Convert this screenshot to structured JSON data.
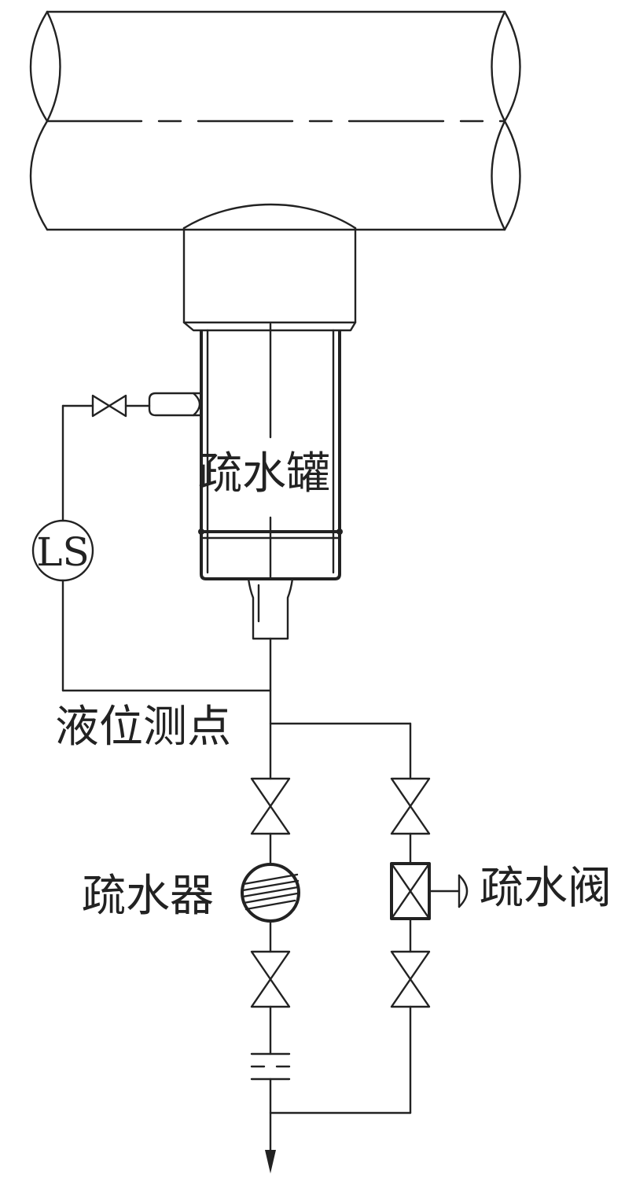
{
  "labels": {
    "drain_tank": "疏水罐",
    "level_switch": "LS",
    "level_point": "液位测点",
    "steam_trap": "疏水器",
    "drain_valve": "疏水阀"
  }
}
